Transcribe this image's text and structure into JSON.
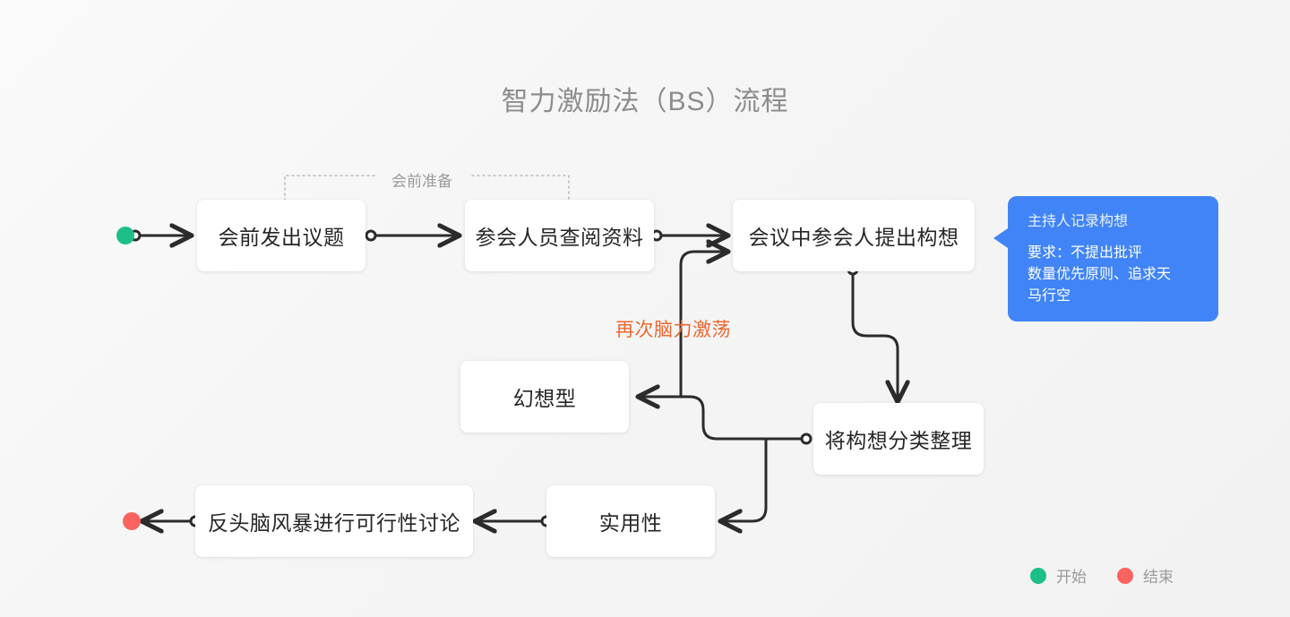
{
  "title": "智力激励法（BS）流程",
  "colors": {
    "start": "#1dbe89",
    "end": "#fb6360",
    "callout": "#4084f7",
    "edge_label": "#ec6730",
    "connector": "#2b2b2b",
    "node_text": "#262626",
    "muted_text": "#9a9a9a",
    "background": "#f5f5f5"
  },
  "group": {
    "label": "会前准备"
  },
  "nodes": [
    {
      "id": "n1",
      "label": "会前发出议题"
    },
    {
      "id": "n2",
      "label": "参会人员查阅资料"
    },
    {
      "id": "n3",
      "label": "会议中参会人提出构想"
    },
    {
      "id": "n4",
      "label": "幻想型"
    },
    {
      "id": "n5",
      "label": "将构想分类整理"
    },
    {
      "id": "n6",
      "label": "实用性"
    },
    {
      "id": "n7",
      "label": "反头脑风暴进行可行性讨论"
    }
  ],
  "edges": [
    {
      "from": "start",
      "to": "n1",
      "label": ""
    },
    {
      "from": "n1",
      "to": "n2",
      "label": ""
    },
    {
      "from": "n2",
      "to": "n3",
      "label": ""
    },
    {
      "from": "n3",
      "to": "n5",
      "label": ""
    },
    {
      "from": "n5",
      "to": "n4",
      "label": ""
    },
    {
      "from": "n5",
      "to": "n6",
      "label": ""
    },
    {
      "from": "n4",
      "to": "n3",
      "label": "再次脑力激荡"
    },
    {
      "from": "n6",
      "to": "n7",
      "label": ""
    },
    {
      "from": "n7",
      "to": "end",
      "label": ""
    }
  ],
  "edge_labels": {
    "rebrainstorm": "再次脑力激荡"
  },
  "callout": {
    "head": "主持人记录构想",
    "lines": [
      "要求：不提出批评",
      "数量优先原则、追求天",
      "马行空"
    ]
  },
  "legend": [
    {
      "label": "开始",
      "color": "#1dbe89"
    },
    {
      "label": "结束",
      "color": "#fb6360"
    }
  ]
}
